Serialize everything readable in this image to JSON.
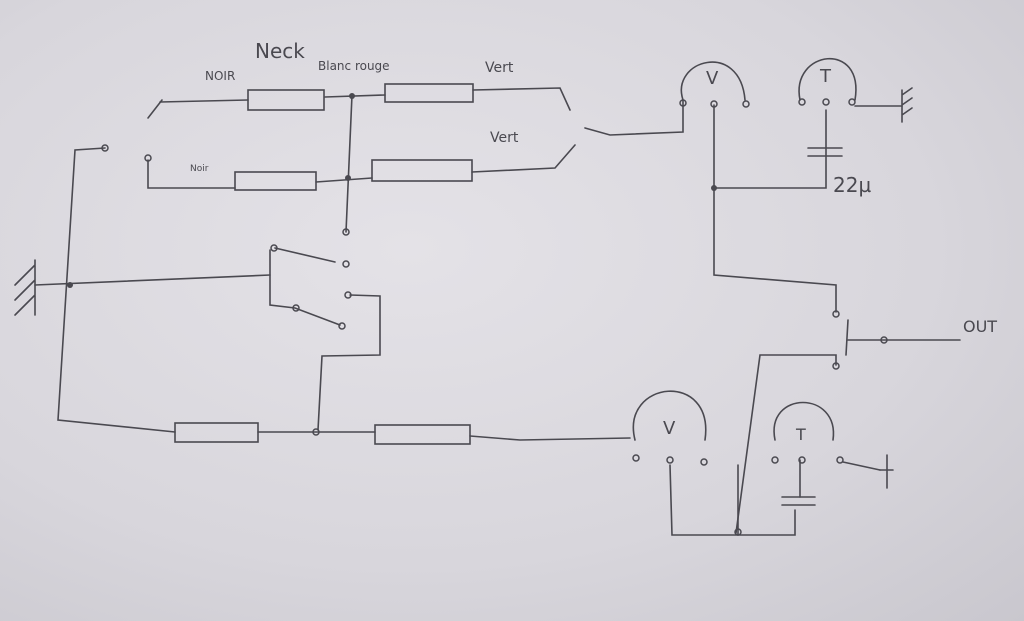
{
  "labels": {
    "neck": "Neck",
    "noir_top": "NOIR",
    "blanc_rouge": "Blanc rouge",
    "vert_top": "Vert",
    "vert_mid": "Vert",
    "noir_mid": "Noir",
    "pot_volume_top": "V",
    "pot_tone_top": "T",
    "capacitor_value": "22µ",
    "out": "OUT",
    "pot_volume_bottom": "V",
    "pot_tone_bottom": "T"
  }
}
